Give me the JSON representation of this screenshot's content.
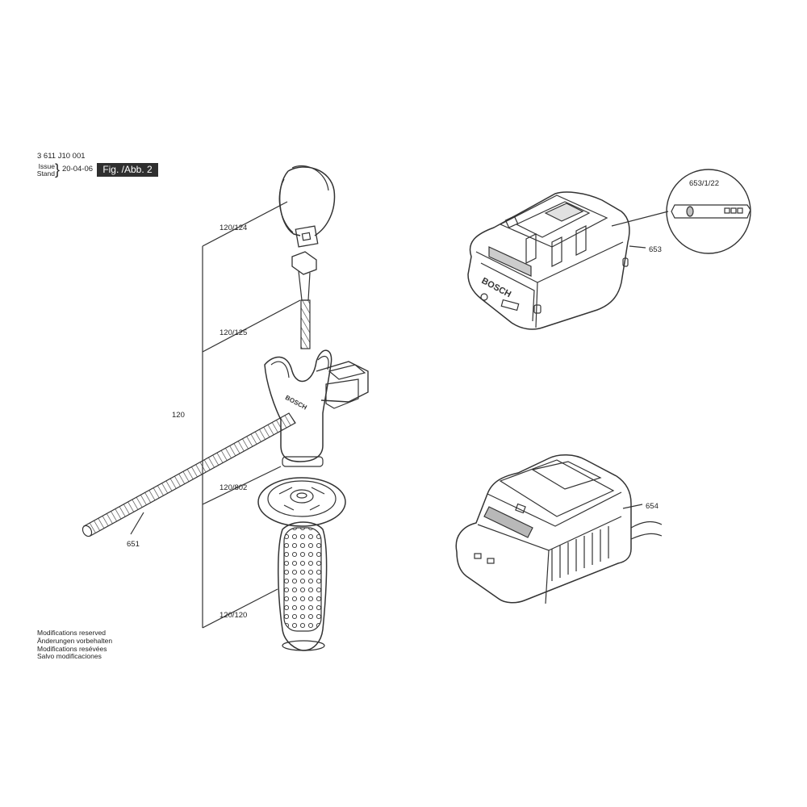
{
  "header": {
    "doc_number": "3 611 J10 001",
    "issue_label": "Issue",
    "stand_label": "Stand",
    "brace": "}",
    "issue_date": "20-04-06",
    "figure_label": "Fig. /Abb. 2"
  },
  "parts": {
    "p120": "120",
    "p120_124": "120/124",
    "p120_125": "120/125",
    "p120_802": "120/802",
    "p120_120": "120/120",
    "p651": "651",
    "p653": "653",
    "p653_1_22": "653/1/22",
    "p654": "654"
  },
  "product_markings": {
    "brand": "BOSCH",
    "housing_text": "BOSCH"
  },
  "notes": [
    "Modifications reserved",
    "Änderungen vorbehalten",
    "Modifications resévées",
    "Salvo modificaciones"
  ]
}
